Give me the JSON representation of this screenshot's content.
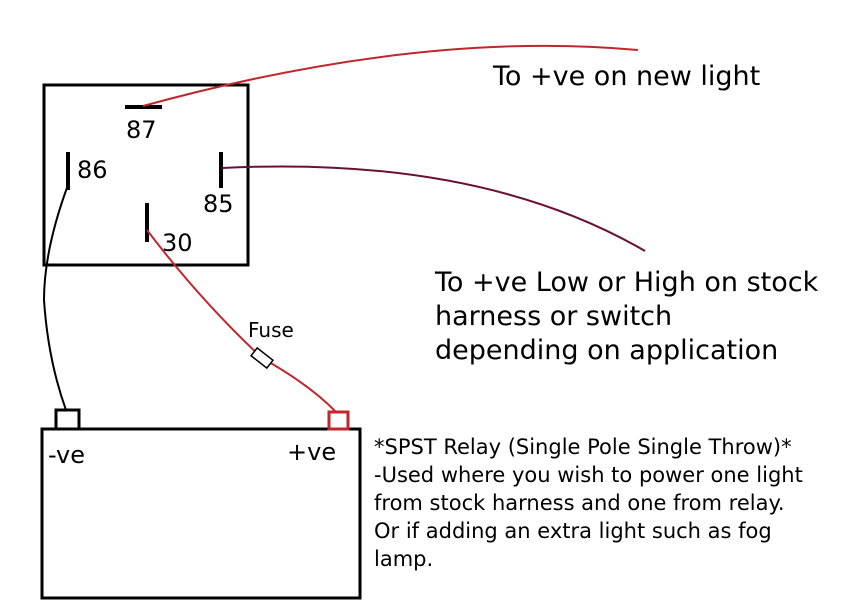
{
  "relay": {
    "pin_87": "87",
    "pin_86": "86",
    "pin_85": "85",
    "pin_30": "30"
  },
  "fuse_label": "Fuse",
  "battery": {
    "neg_label": "-ve",
    "pos_label": "+ve"
  },
  "labels": {
    "new_light": "To +ve on new light",
    "stock_line1": "To +ve Low or High on stock",
    "stock_line2": "harness or switch",
    "stock_line3": "depending on application"
  },
  "note": {
    "line1": "*SPST Relay (Single Pole Single Throw)*",
    "line2": "-Used where you wish to power one light",
    "line3": "from stock harness and one from relay.",
    "line4": "Or if adding an extra light such as fog",
    "line5": "lamp."
  },
  "colors": {
    "red_wire": "#c0272d",
    "dark_red_wire": "#6a1034",
    "outline": "#000000"
  }
}
